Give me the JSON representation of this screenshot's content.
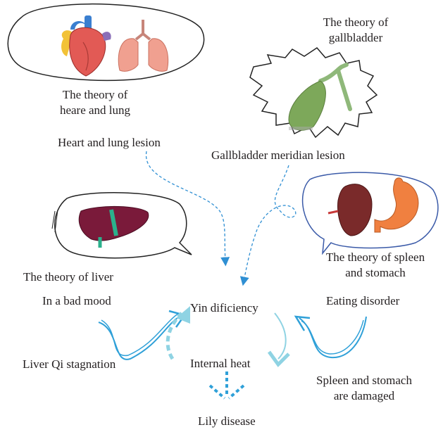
{
  "colors": {
    "arrow_blue": "#2fa0d8",
    "arrow_light": "#8fd3e3",
    "dash_blue": "#2f8fd3",
    "bubble_stroke": "#222222",
    "spleen_bubble_stroke": "#3a5aa8",
    "heart_red": "#e25a55",
    "lung_pink": "#f0a090",
    "gallbladder_green": "#7da85a",
    "liver_maroon": "#7a1a3a",
    "spleen_dark": "#7a2a2a",
    "stomach_orange": "#f08040"
  },
  "icons": {
    "heart": "heart-illustration",
    "lungs": "lungs-illustration",
    "gallbladder": "gallbladder-illustration",
    "liver": "liver-illustration",
    "spleen": "spleen-illustration",
    "stomach": "stomach-illustration"
  },
  "labels": {
    "heart_lung_theory": [
      "The theory of",
      "heare and lung"
    ],
    "gallbladder_theory": [
      "The theory of",
      "gallbladder"
    ],
    "heart_lung_lesion": "Heart and lung lesion",
    "gallbladder_lesion": "Gallbladder meridian lesion",
    "liver_theory": "The theory of liver",
    "spleen_stomach_theory": [
      "The theory of spleen",
      "and stomach"
    ],
    "bad_mood": "In a bad mood",
    "yin_deficiency": "Yin dificiency",
    "eating_disorder": "Eating disorder",
    "liver_qi": "Liver Qi stagnation",
    "internal_heat": "Internal heat",
    "spleen_damaged": [
      "Spleen and stomach",
      "are damaged"
    ],
    "lily_disease": "Lily disease"
  }
}
